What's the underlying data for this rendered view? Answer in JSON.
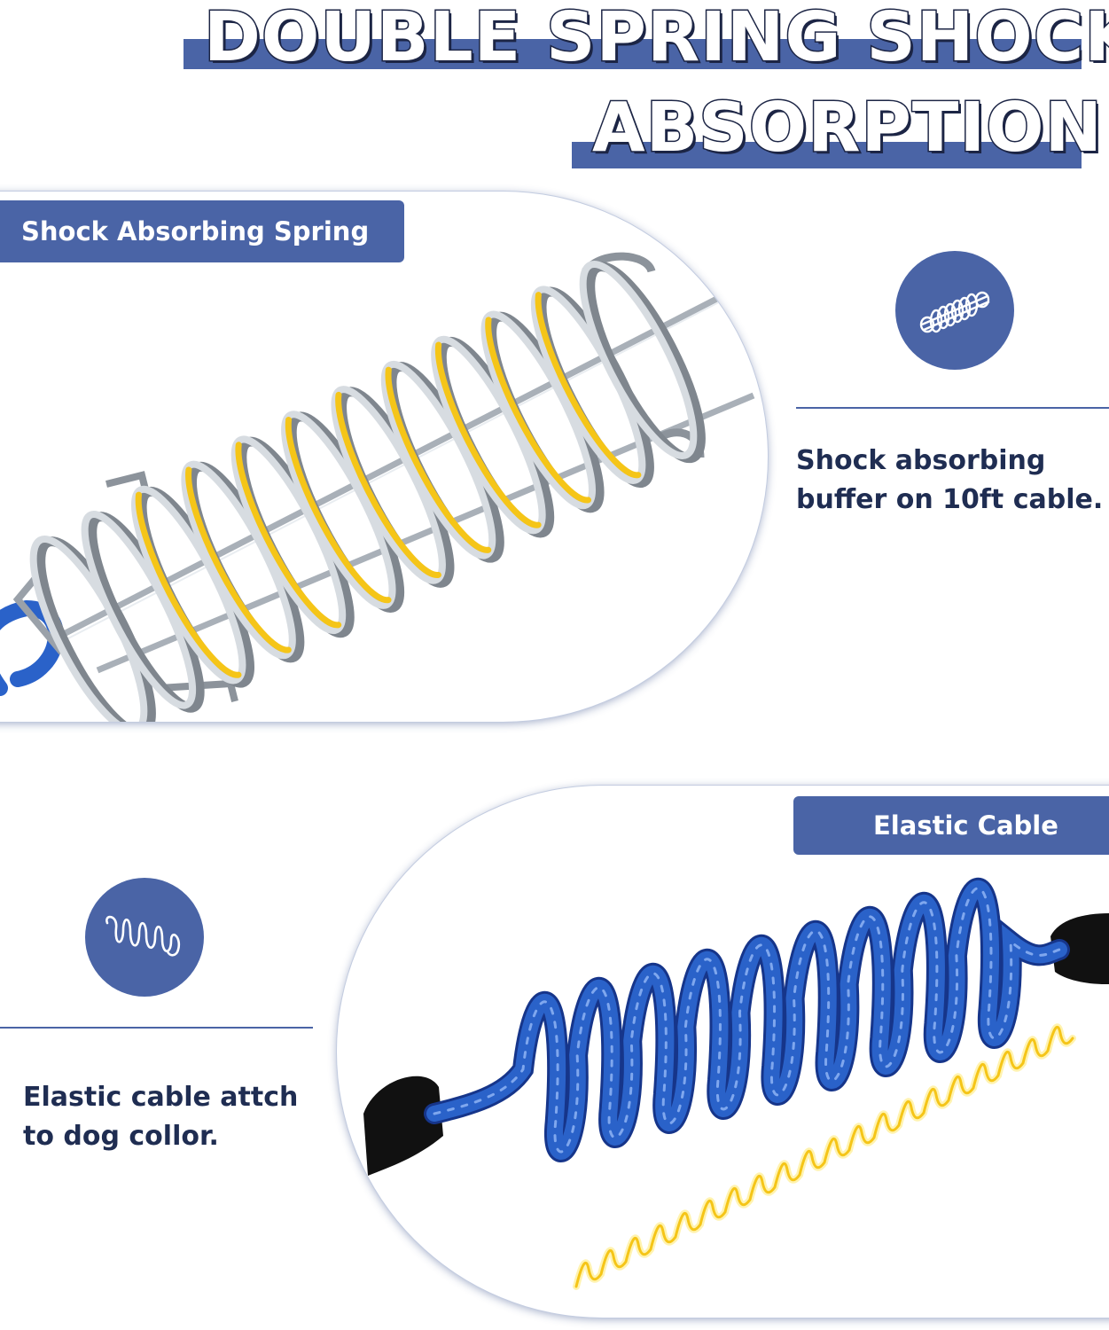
{
  "title": {
    "line1": "DOUBLE SPRING SHOCK",
    "line2": "ABSORPTION"
  },
  "top_section": {
    "tag": "Shock Absorbing Spring",
    "description_line1": "Shock absorbing",
    "description_line2": "buffer on 10ft cable.",
    "icon": "spring-icon"
  },
  "bottom_section": {
    "tag": "Elastic Cable",
    "description_line1": "Elastic cable attch",
    "description_line2": "to dog collor.",
    "icon": "coil-icon"
  },
  "colors": {
    "accent_blue": "#4a64a6",
    "title_outline": "#1c2545",
    "text_dark": "#1f2d52",
    "highlight_yellow": "#f5c518",
    "cable_blue": "#2a62c9"
  }
}
